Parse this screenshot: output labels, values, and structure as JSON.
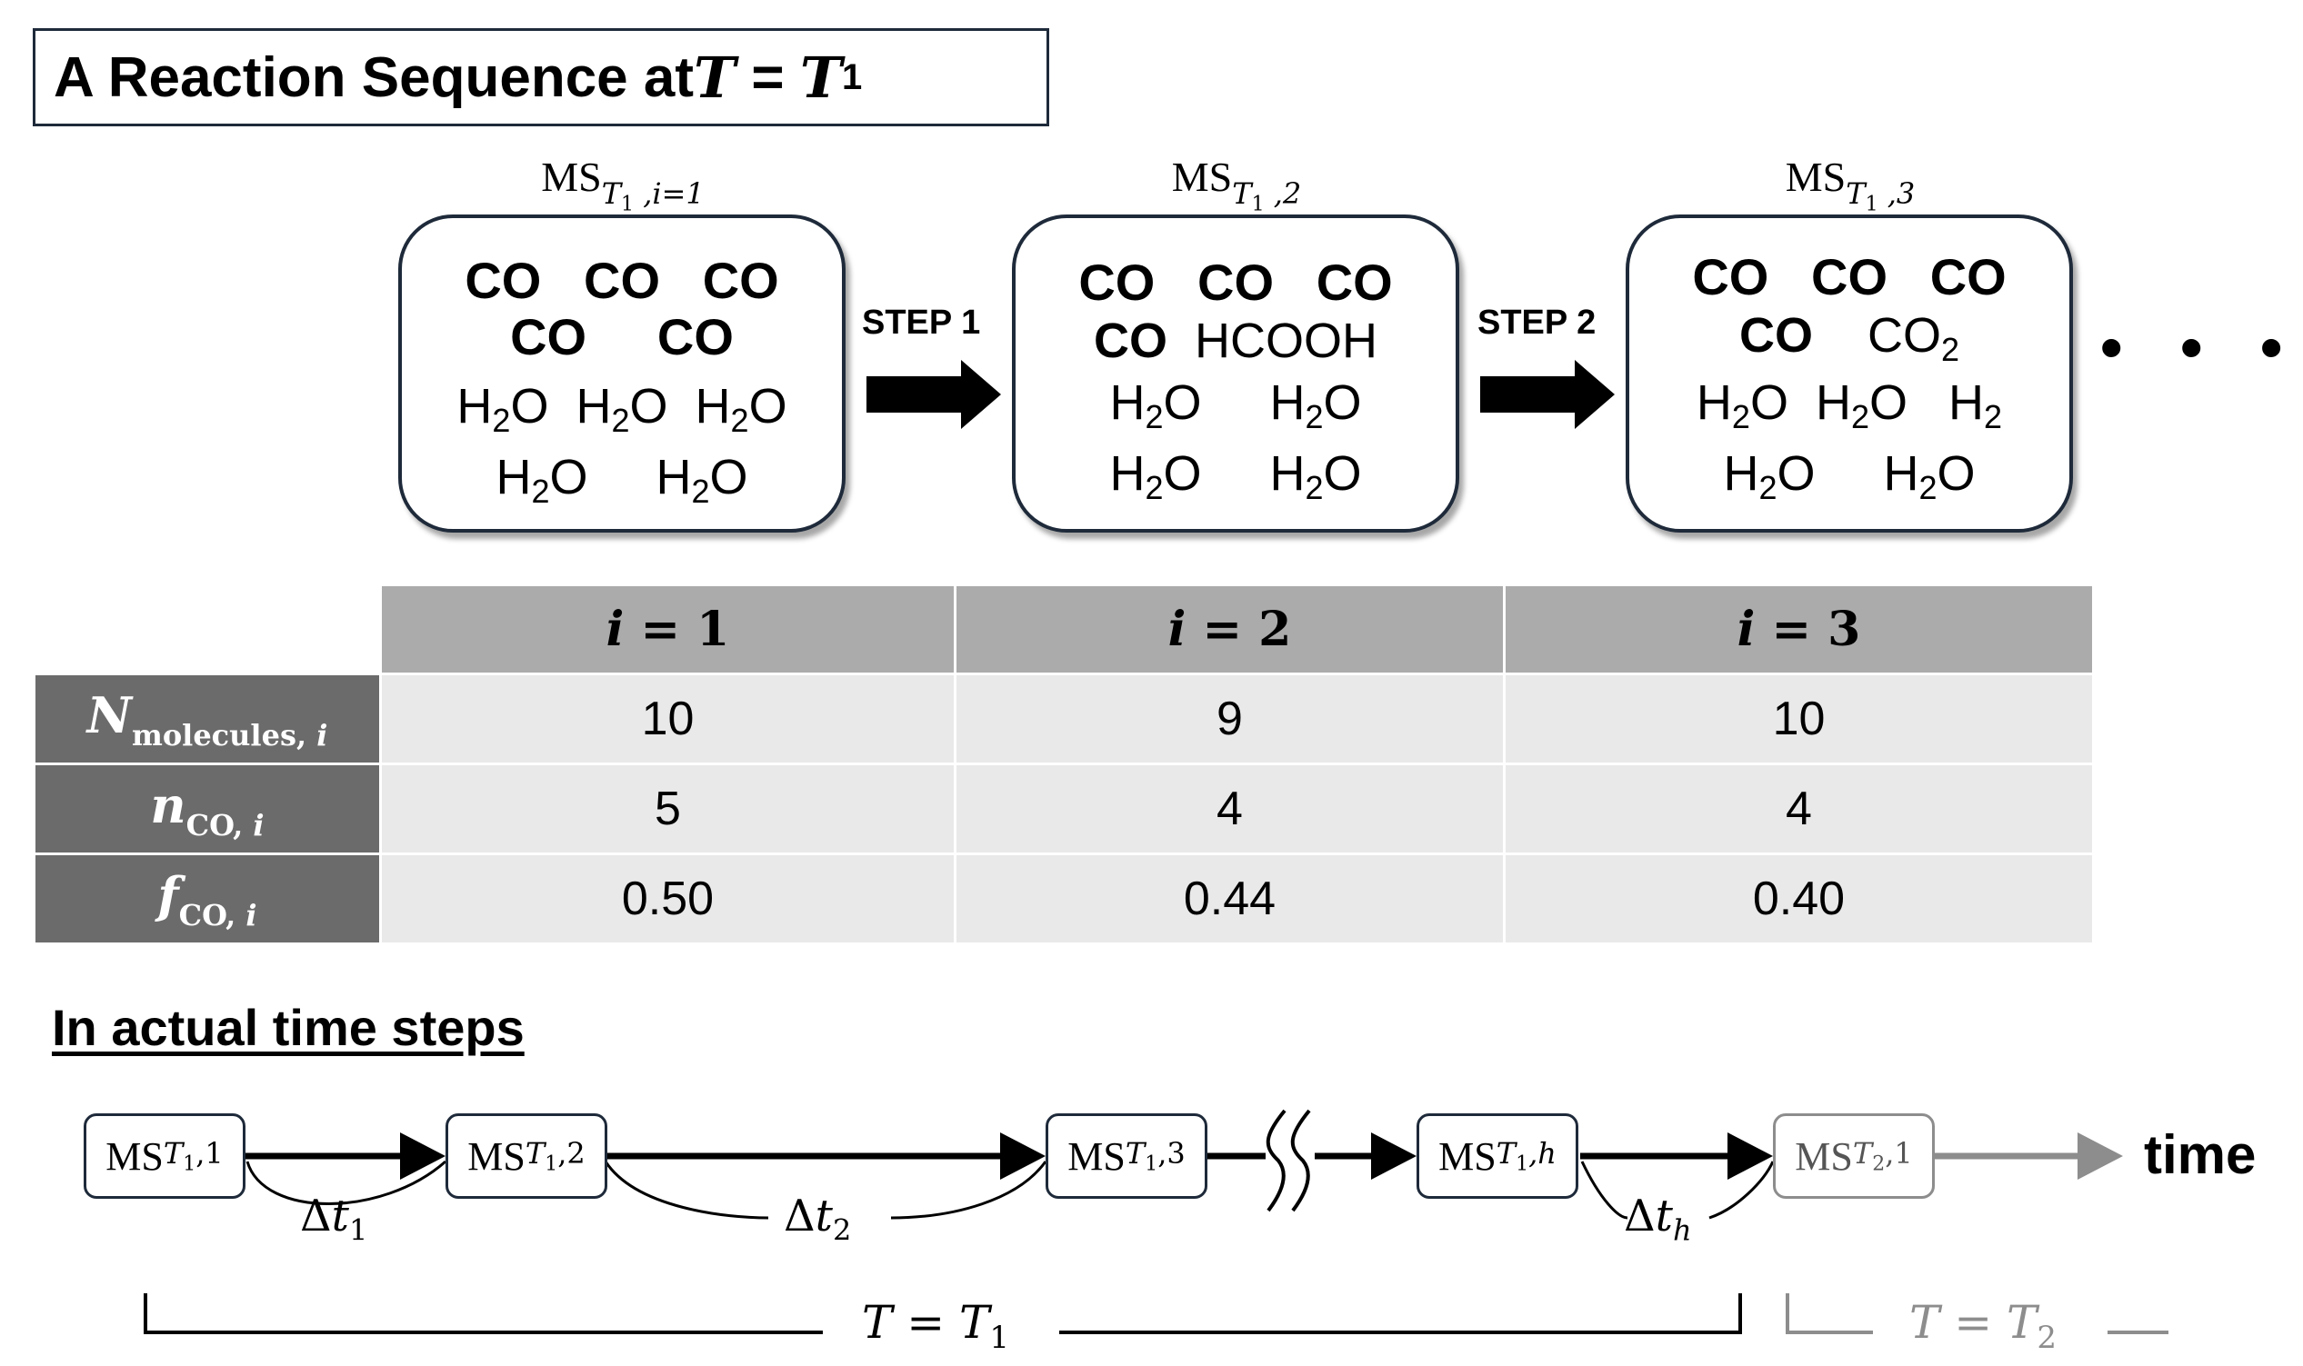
{
  "title": {
    "prefix": "A Reaction Sequence at ",
    "var": "T",
    "eq": " = ",
    "var2": "T",
    "sub": "1"
  },
  "states": [
    {
      "label_main": "MS",
      "label_sub": "T₁ ,i=1",
      "lines": [
        {
          "bold": true,
          "items": [
            "CO",
            "CO",
            "CO"
          ]
        },
        {
          "bold": true,
          "items": [
            "CO",
            "CO"
          ]
        },
        {
          "bold": false,
          "items": [
            "H₂O",
            "H₂O",
            "H₂O"
          ]
        },
        {
          "bold": false,
          "items": [
            "H₂O",
            "H₂O"
          ]
        }
      ]
    },
    {
      "label_main": "MS",
      "label_sub": "T₁ ,2",
      "lines": [
        {
          "bold": true,
          "items": [
            "CO",
            "CO",
            "CO"
          ]
        },
        {
          "bold": true,
          "items": [
            "CO",
            "HCOOH"
          ]
        },
        {
          "bold": false,
          "items": [
            "H₂O",
            "H₂O"
          ]
        },
        {
          "bold": false,
          "items": [
            "H₂O",
            "H₂O"
          ]
        }
      ]
    },
    {
      "label_main": "MS",
      "label_sub": "T₁ ,3",
      "lines": [
        {
          "bold": true,
          "items": [
            "CO",
            "CO",
            "CO"
          ]
        },
        {
          "bold": true,
          "items": [
            "CO",
            "CO₂"
          ]
        },
        {
          "bold": false,
          "items": [
            "H₂O",
            "H₂O",
            "H₂"
          ]
        },
        {
          "bold": false,
          "items": [
            "H₂O",
            "H₂O"
          ]
        }
      ]
    }
  ],
  "steps": [
    "STEP 1",
    "STEP 2"
  ],
  "ellipsis": "• • •",
  "table": {
    "headers": [
      {
        "var": "i",
        "rest": " = 1"
      },
      {
        "var": "i",
        "rest": " = 2"
      },
      {
        "var": "i",
        "rest": " = 3"
      }
    ],
    "rows": [
      {
        "var": "N",
        "sub": "molecules",
        "idx": "i",
        "values": [
          "10",
          "9",
          "10"
        ]
      },
      {
        "var": "n",
        "sub": "CO",
        "idx": "i",
        "values": [
          "5",
          "4",
          "4"
        ]
      },
      {
        "var": "f",
        "sub": "CO",
        "idx": "i",
        "values": [
          "0.50",
          "0.44",
          "0.40"
        ]
      }
    ]
  },
  "timeline": {
    "section_title": "In actual time steps",
    "boxes": [
      {
        "main": "MS",
        "sub_var": "T",
        "sub_num": "1",
        "idx": ",1"
      },
      {
        "main": "MS",
        "sub_var": "T",
        "sub_num": "1",
        "idx": ",2"
      },
      {
        "main": "MS",
        "sub_var": "T",
        "sub_num": "1",
        "idx": ",3"
      },
      {
        "main": "MS",
        "sub_var": "T",
        "sub_num": "1",
        "idx": ",h"
      },
      {
        "main": "MS",
        "sub_var": "T",
        "sub_num": "2",
        "idx": ",1"
      }
    ],
    "deltas": [
      {
        "sym": "Δ",
        "var": "t",
        "sub": "1"
      },
      {
        "sym": "Δ",
        "var": "t",
        "sub": "2"
      },
      {
        "sym": "Δ",
        "var": "t",
        "sub": "h"
      }
    ],
    "time_label": "time",
    "brace1": {
      "var": "T",
      "eq": " = ",
      "var2": "T",
      "sub": "1"
    },
    "brace2": {
      "var": "T",
      "eq": " = ",
      "var2": "T",
      "sub": "2"
    }
  },
  "colors": {
    "dark_border": "#1e2a3a",
    "header_gray": "#ababab",
    "row_header": "#6b6b6b",
    "cell": "#e9e9e9",
    "future_gray": "#8d8d8d"
  }
}
